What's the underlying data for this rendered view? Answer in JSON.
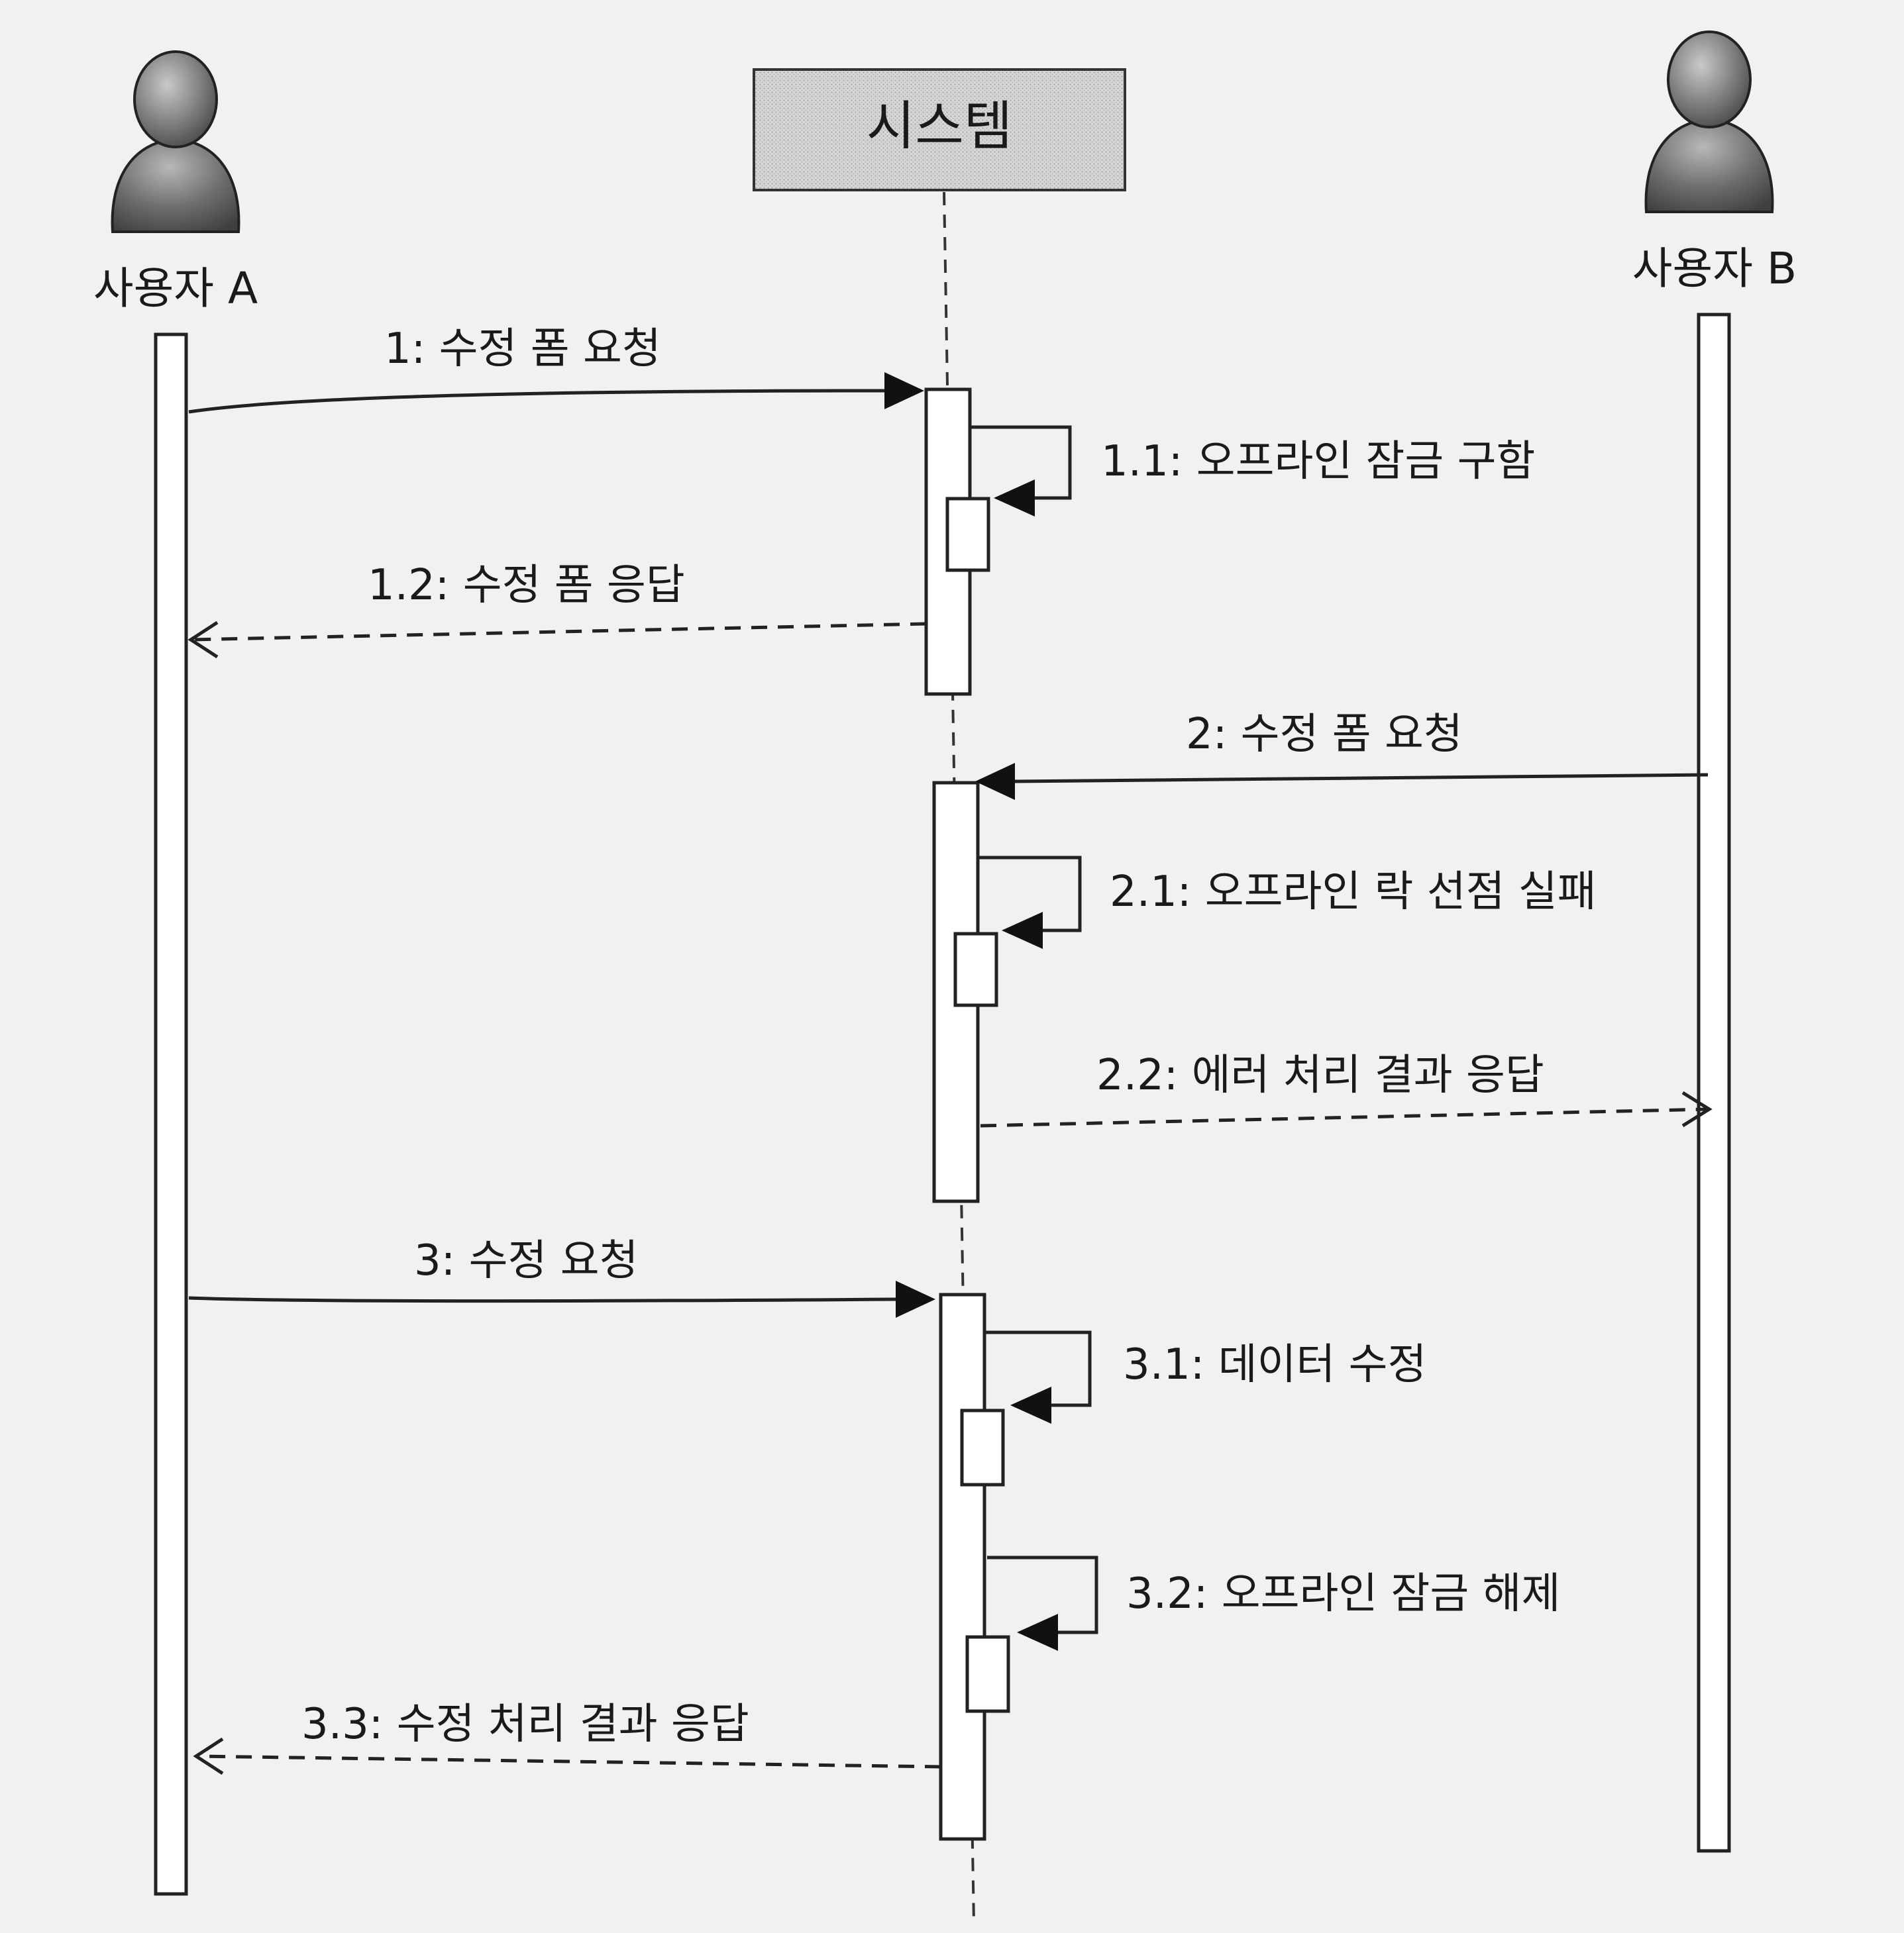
{
  "participants": {
    "user_a": "사용자 A",
    "system": "시스템",
    "user_b": "사용자 B"
  },
  "messages": {
    "m1": "1: 수정 폼 요청",
    "m1_1": "1.1: 오프라인 잠금 구함",
    "m1_2": "1.2: 수정 폼 응답",
    "m2": "2: 수정 폼 요청",
    "m2_1": "2.1: 오프라인 락 선점 실패",
    "m2_2": "2.2: 에러 처리 결과 응답",
    "m3": "3: 수정 요청",
    "m3_1": "3.1: 데이터 수정",
    "m3_2": "3.2: 오프라인 잠금 해제",
    "m3_3": "3.3: 수정 처리 결과 응답"
  },
  "icons": {
    "actor": "person-icon"
  }
}
